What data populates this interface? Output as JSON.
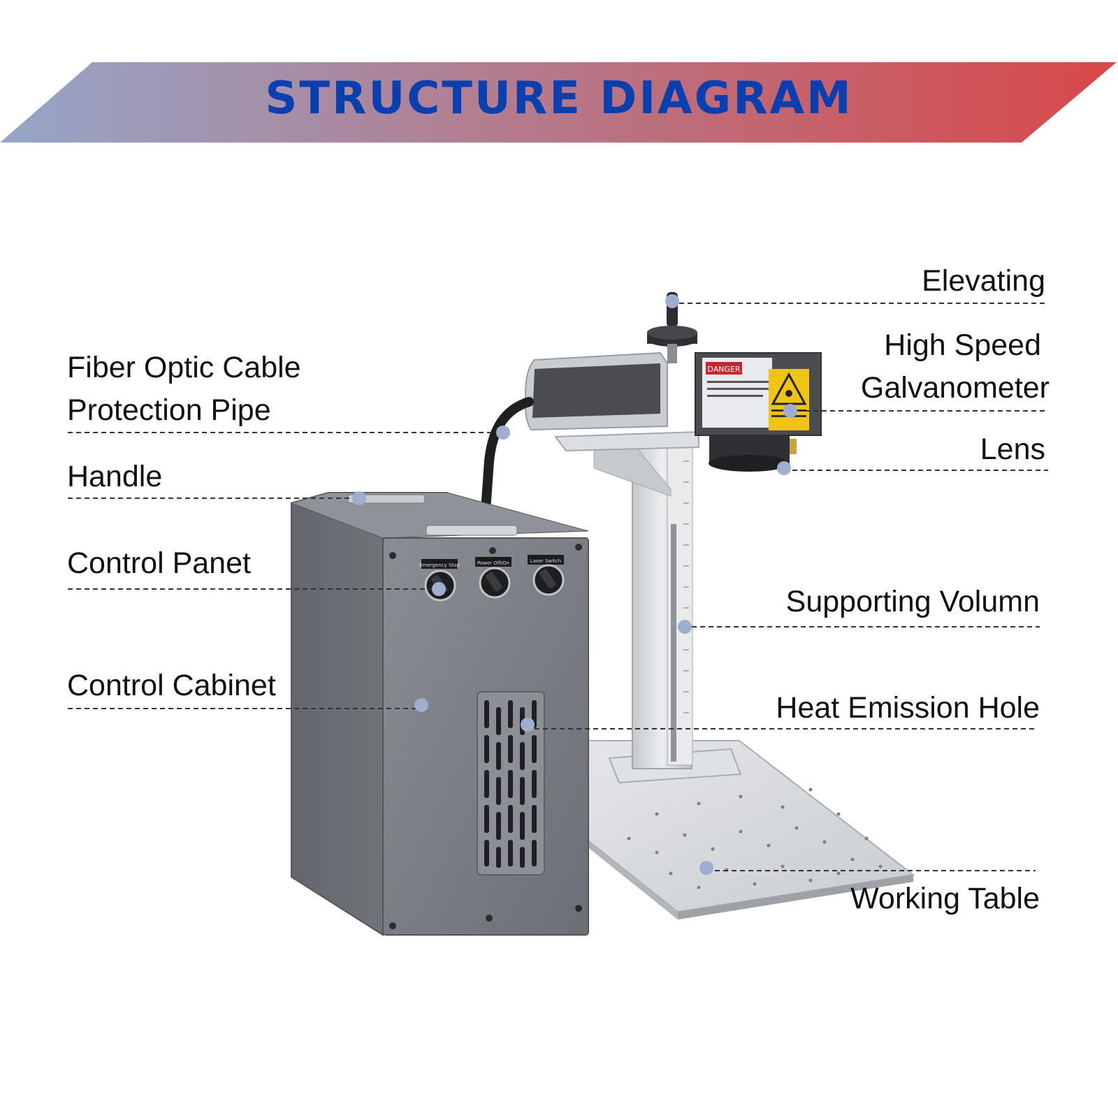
{
  "banner": {
    "title": "STRUCTURE DIAGRAM",
    "gradient_start": "#95a6c8",
    "gradient_end": "#d84848",
    "title_color": "#0a3fb0"
  },
  "machine": {
    "warning_label": "DANGER",
    "switch_labels": [
      "Emergency Stop",
      "Power Off/On",
      "Laser Switch"
    ]
  },
  "callouts": {
    "fiber_pipe": [
      "Fiber Optic Cable",
      "Protection Pipe"
    ],
    "handle": "Handle",
    "control_panel": "Control Panet",
    "control_cabinet": "Control Cabinet",
    "elevating": "Elevating",
    "galvanometer": [
      "High Speed",
      "Galvanometer"
    ],
    "lens": "Lens",
    "supporting_column": "Supporting Volumn",
    "heat_emission": "Heat Emission Hole",
    "working_table": "Working Table"
  },
  "colors": {
    "marker": "#9eaecf",
    "leader_line": "#333333",
    "cabinet": "#7d8086",
    "aluminium": "#d3d6da"
  }
}
